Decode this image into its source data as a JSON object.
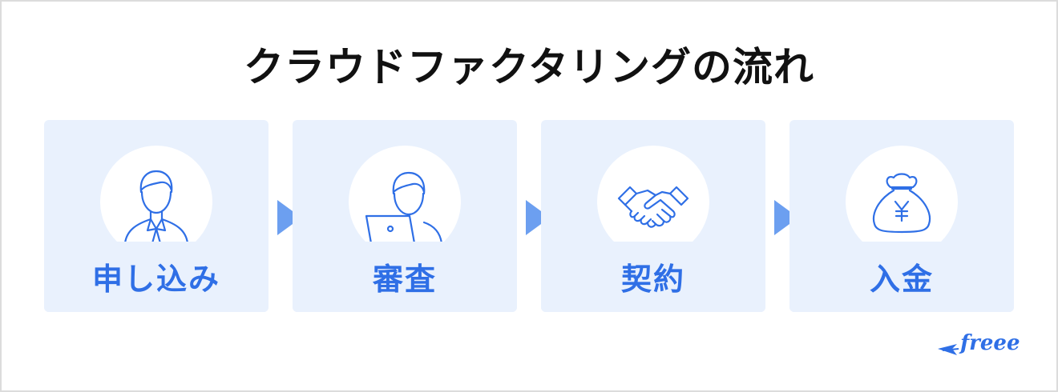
{
  "title": "クラウドファクタリングの流れ",
  "steps": [
    {
      "label": "申し込み",
      "icon": "businessperson-icon"
    },
    {
      "label": "審査",
      "icon": "person-with-laptop-icon"
    },
    {
      "label": "契約",
      "icon": "handshake-icon"
    },
    {
      "label": "入金",
      "icon": "money-bag-yen-icon"
    }
  ],
  "logo": {
    "text": "freee"
  },
  "colors": {
    "accent": "#2f6fe6",
    "card_bg": "#e9f1fd",
    "arrow": "#6c9ff0",
    "title": "#111111"
  }
}
